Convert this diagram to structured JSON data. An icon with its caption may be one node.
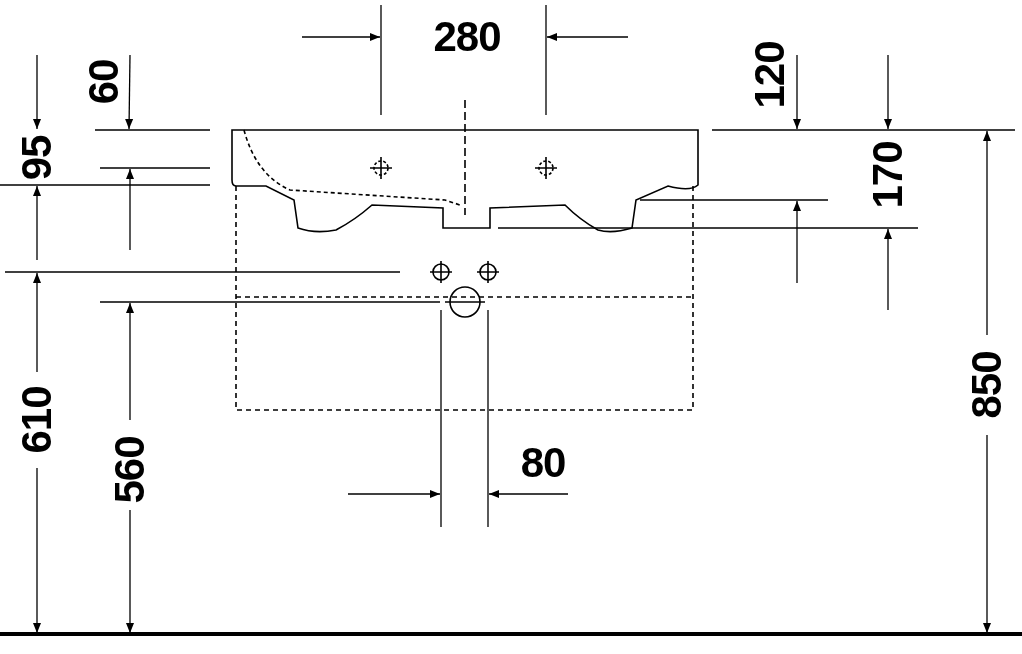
{
  "diagram": {
    "labels": [
      "280",
      "60",
      "120",
      "95",
      "170",
      "850",
      "610",
      "560",
      "80"
    ]
  }
}
